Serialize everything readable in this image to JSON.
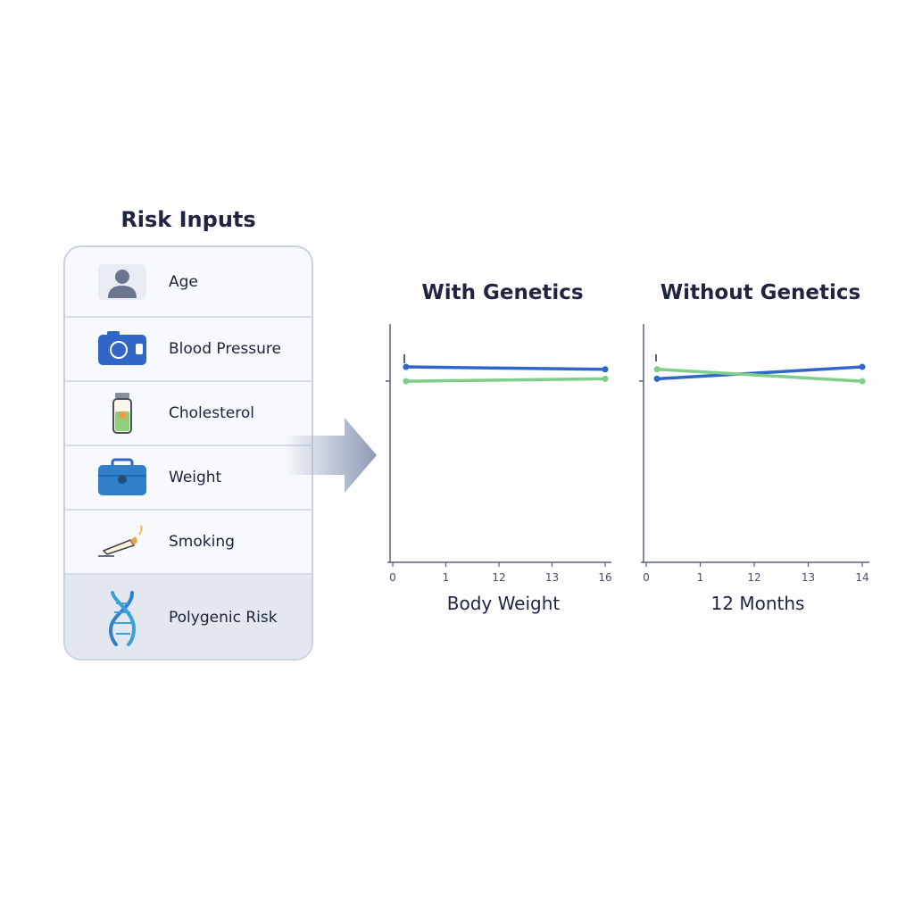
{
  "panel": {
    "title": "Risk Inputs",
    "items": [
      {
        "label": "Age",
        "icon": "person-icon"
      },
      {
        "label": "Blood Pressure",
        "icon": "blood-pressure-monitor-icon"
      },
      {
        "label": "Cholesterol",
        "icon": "vial-icon"
      },
      {
        "label": "Weight",
        "icon": "scale-icon"
      },
      {
        "label": "Smoking",
        "icon": "cigarette-icon"
      },
      {
        "label": "Polygenic Risk",
        "icon": "dna-icon"
      }
    ]
  },
  "colors": {
    "blue": "#2f66c8",
    "green": "#7fcf8a",
    "axis": "#5a6078",
    "panel_border": "#c9d2e0"
  },
  "chart_data": [
    {
      "type": "line",
      "title": "With Genetics",
      "xlabel": "Body Weight",
      "x_ticks": [
        "0",
        "1",
        "12",
        "13",
        "16"
      ],
      "series": [
        {
          "color": "#2f66c8",
          "x": [
            0.25,
            4
          ],
          "y": [
            0.82,
            0.81
          ]
        },
        {
          "color": "#7fcf8a",
          "x": [
            0.25,
            4
          ],
          "y": [
            0.76,
            0.77
          ]
        }
      ]
    },
    {
      "type": "line",
      "title": "Without Genetics",
      "xlabel": "12 Months",
      "x_ticks": [
        "0",
        "1",
        "12",
        "13",
        "14"
      ],
      "series": [
        {
          "color": "#2f66c8",
          "x": [
            0.2,
            4
          ],
          "y": [
            0.77,
            0.82
          ]
        },
        {
          "color": "#7fcf8a",
          "x": [
            0.2,
            4
          ],
          "y": [
            0.81,
            0.76
          ]
        }
      ]
    }
  ]
}
